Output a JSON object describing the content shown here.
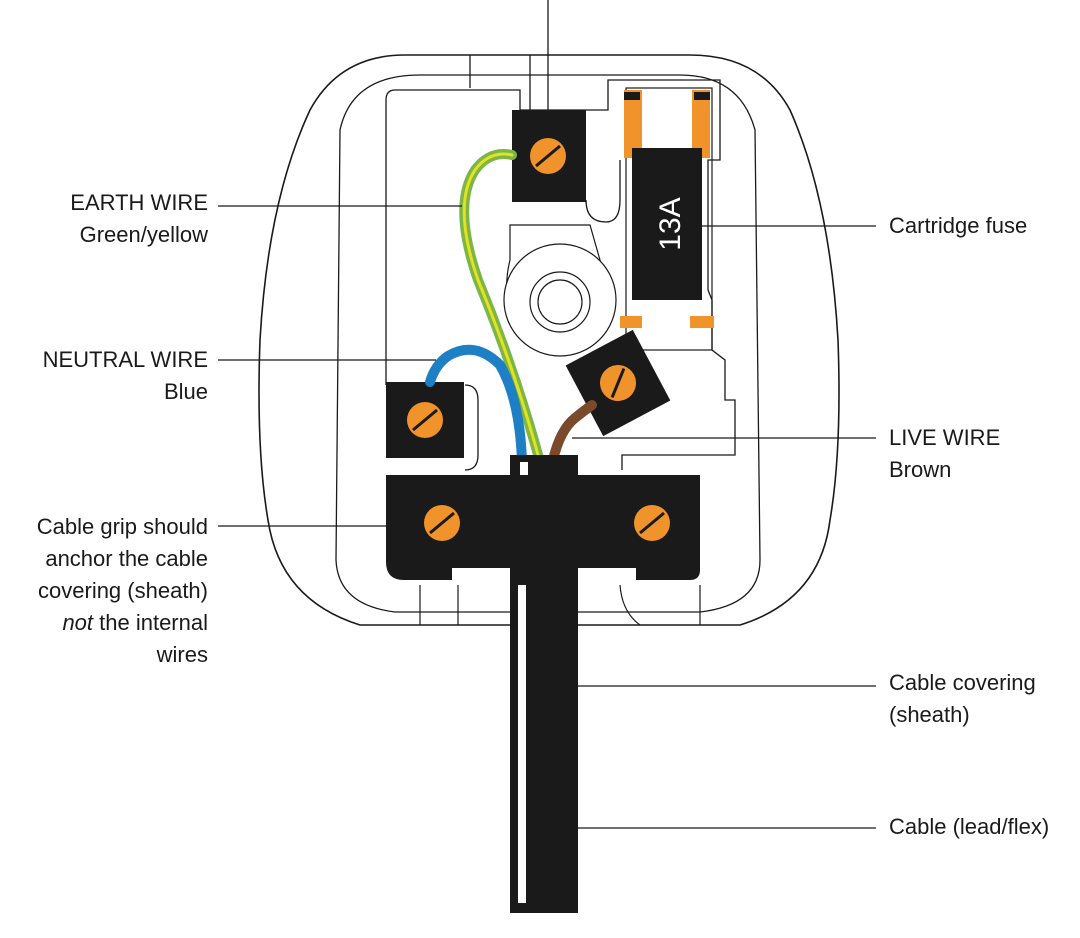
{
  "labels": {
    "earth_wire": {
      "title": "EARTH WIRE",
      "sub": "Green/yellow"
    },
    "neutral_wire": {
      "title": "NEUTRAL WIRE",
      "sub": "Blue"
    },
    "cable_grip": {
      "line1": "Cable grip should",
      "line2": "anchor the cable",
      "line3": "covering (sheath)",
      "line4_em": "not",
      "line4_rest": " the internal",
      "line5": "wires"
    },
    "cartridge_fuse": "Cartridge fuse",
    "live_wire": {
      "title": "LIVE WIRE",
      "sub": "Brown"
    },
    "cable_covering": {
      "line1": "Cable covering",
      "line2": "(sheath)"
    },
    "cable": "Cable (lead/flex)"
  },
  "fuse_rating": "13A",
  "colors": {
    "earth_green": "#7ab648",
    "earth_yellow": "#e6e11e",
    "neutral_blue": "#1f7fc4",
    "live_brown": "#7a4a2a",
    "screw_orange": "#f0932b",
    "fuse_contact": "#f0932b",
    "black": "#1a1a1a"
  }
}
